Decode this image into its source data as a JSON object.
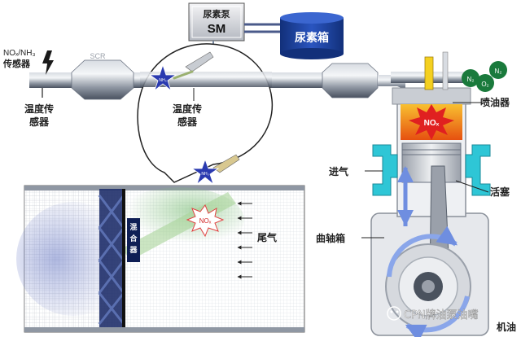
{
  "pump": {
    "label_cn": "尿素泵",
    "label_sm": "SM"
  },
  "tank": {
    "label": "尿素箱"
  },
  "sensor_nox": {
    "label_top": "NOₓ/NH₃",
    "label_bottom": "传感器"
  },
  "scr_label": "SCR",
  "temp_sensor_left": {
    "line1": "温度传",
    "line2": "感器"
  },
  "temp_sensor_bubble": {
    "line1": "温度传",
    "line2": "感器"
  },
  "nh3_marker": "NH₃",
  "nox_marker": "NOₓ",
  "mixer": {
    "line1": "混",
    "line2": "合",
    "line3": "器"
  },
  "engine": {
    "intake": "进气",
    "piston": "活塞",
    "crankcase": "曲轴箱",
    "injector": "喷油器",
    "oil": "机油",
    "exhaust": "尾气"
  },
  "molecules": {
    "n2a": "N₂",
    "o2": "O₂",
    "n2b": "N₂"
  },
  "watermark": "CPN牌油泵油嘴",
  "colors": {
    "tank": "#1f3f9a",
    "pipe": "#6a7280",
    "port": "#2ec6d6",
    "molecule": "#1a7a3c",
    "combustion": "#f07820"
  }
}
